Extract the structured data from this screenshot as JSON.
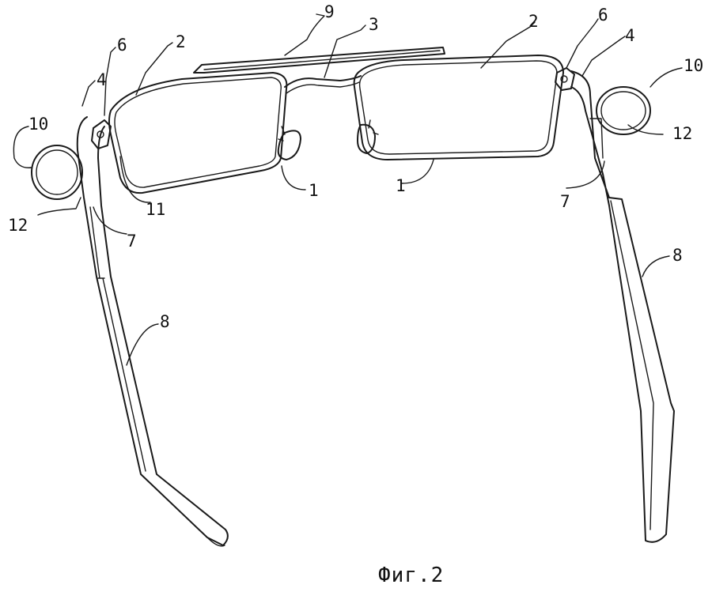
{
  "figure": {
    "caption": "Фиг.2",
    "labels": {
      "l1_left": "1",
      "l1_right": "1",
      "l2_left": "2",
      "l2_right": "2",
      "l3": "3",
      "l4_left": "4",
      "l4_right": "4",
      "l6_left": "6",
      "l6_right": "6",
      "l7_left": "7",
      "l7_right": "7",
      "l8_left": "8",
      "l8_right": "8",
      "l9": "9",
      "l10_left": "10",
      "l10_right": "10",
      "l11": "11",
      "l12_left": "12",
      "l12_right": "12"
    }
  }
}
